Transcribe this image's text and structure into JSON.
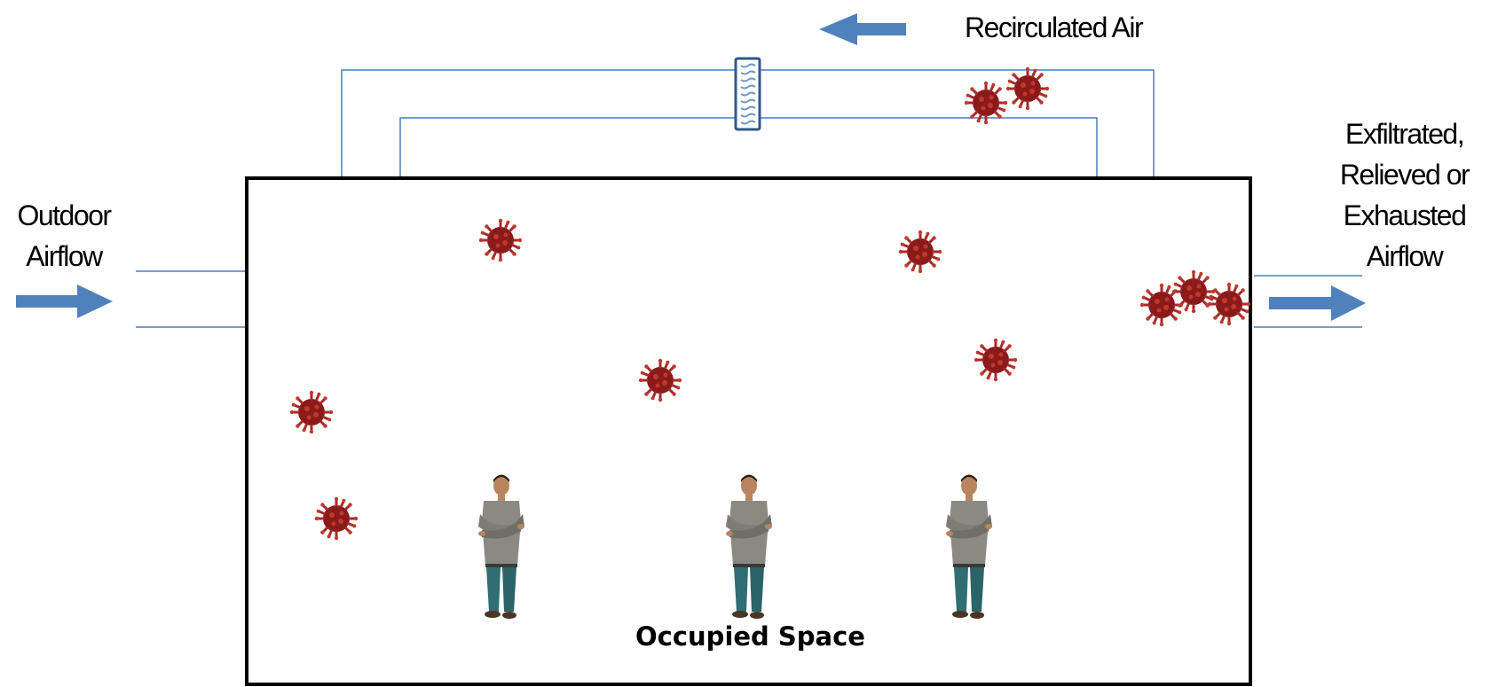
{
  "diagram": {
    "labels": {
      "recirculated_air": "Recirculated Air",
      "outdoor_airflow": [
        "Outdoor",
        "Airflow"
      ],
      "exhaust_airflow": [
        "Exfiltrated,",
        "Relieved or",
        "Exhausted",
        "Airflow"
      ],
      "occupied_space": "Occupied Space"
    },
    "colors": {
      "duct_line": "#4a7ebb",
      "arrow_fill": "#4f81bd",
      "room_border": "#000000",
      "virus_body": "#8b1a1a",
      "virus_spike": "#c0392b",
      "person_shirt": "#8a8a82",
      "person_pants": "#2f6f73",
      "person_skin": "#b9855e",
      "person_hair": "#2a1e14"
    },
    "icons": {
      "arrow": "arrow-icon",
      "filter": "filter-icon",
      "virus": "virus-icon",
      "person": "person-icon"
    }
  }
}
